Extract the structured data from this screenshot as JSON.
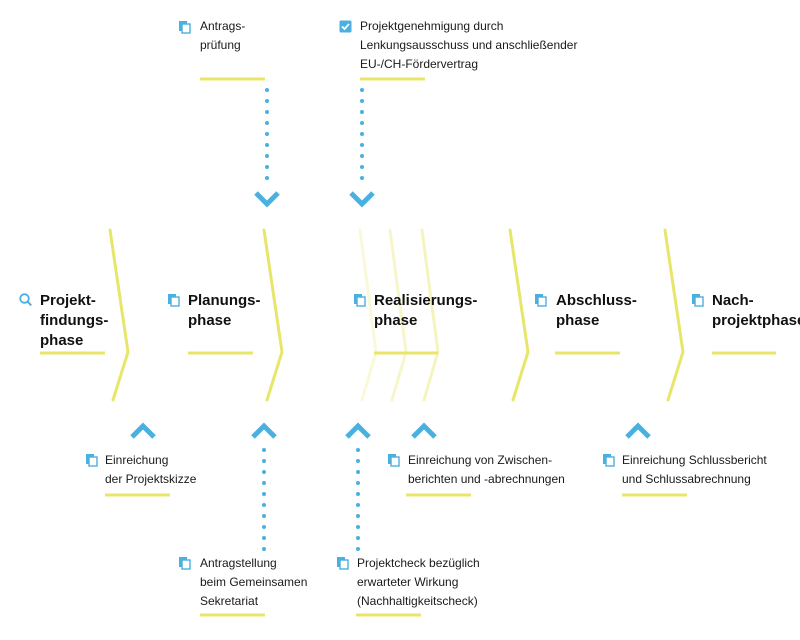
{
  "colors": {
    "accent_yellow": "#e8e66a",
    "accent_blue": "#4ab0e0",
    "text": "#1a1a1a"
  },
  "phases": [
    {
      "title": "Projekt-\nfindungs-\nphase",
      "icon": "search-icon"
    },
    {
      "title": "Planungs-\nphase",
      "icon": "document-icon"
    },
    {
      "title": "Realisierungs-\nphase",
      "icon": "document-icon"
    },
    {
      "title": "Abschluss-\nphase",
      "icon": "document-icon"
    },
    {
      "title": "Nach-\nprojektphase",
      "icon": "document-icon"
    }
  ],
  "top_milestones": [
    {
      "label": "Antrags-\nprüfung",
      "icon": "document-icon"
    },
    {
      "label": "Projektgenehmigung durch\nLenkungsausschuss und anschließender\nEU-/CH-Fördervertrag",
      "icon": "checkbox-icon"
    }
  ],
  "bottom_milestones": [
    {
      "label": "Einreichung\nder Projektskizze",
      "icon": "document-icon"
    },
    {
      "label": "Einreichung von Zwischen-\nberichten und -abrechnungen",
      "icon": "document-icon"
    },
    {
      "label": "Einreichung Schlussbericht\nund Schlussabrechnung",
      "icon": "document-icon"
    },
    {
      "label": "Antragstellung\nbeim Gemeinsamen\nSekretariat",
      "icon": "document-icon"
    },
    {
      "label": "Projektcheck bezüglich\nerwarteter Wirkung\n(Nachhaltigkeitscheck)",
      "icon": "document-icon"
    }
  ]
}
